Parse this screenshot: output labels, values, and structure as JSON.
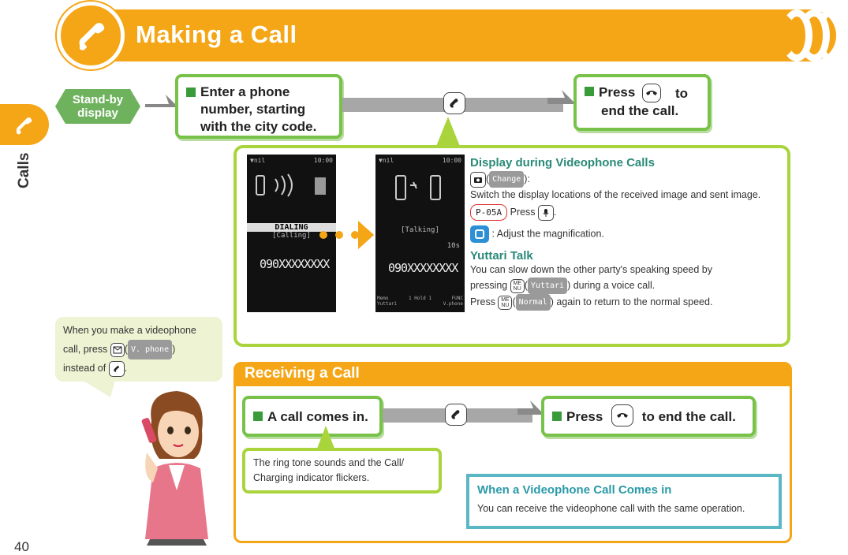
{
  "header": {
    "title": "Making a Call"
  },
  "side": {
    "label": "Calls",
    "page_number": "40"
  },
  "standby": {
    "label": "Stand-by display"
  },
  "steps": {
    "enter_number": "Enter a phone number, starting with the city code.",
    "press_end_1": "Press",
    "press_end_2": "to end the call."
  },
  "screens": {
    "left": {
      "status_left": "▼nil",
      "status_right": "10:00",
      "label1": "DIALING",
      "label2": "[Calling]",
      "number": "090XXXXXXXX"
    },
    "right": {
      "status_left": "▼nil",
      "status_right": "10:00",
      "label1": "[Talking]",
      "timer": "10s",
      "number": "090XXXXXXXX",
      "softkeys": [
        "Memo",
        "Yuttari",
        "1 Hold 1",
        "FUNC",
        "V.phone"
      ]
    }
  },
  "display_videophone": {
    "title": "Display during Videophone Calls",
    "change_label": "Change",
    "line1": "Switch the display locations of the received image and sent image.",
    "model": "P-05A",
    "press": "Press",
    "magnify": ": Adjust the magnification."
  },
  "yuttari": {
    "title": "Yuttari Talk",
    "line1": "You can slow down the other party's speaking speed by",
    "pressing": "pressing",
    "yuttari_label": "Yuttari",
    "during": ") during a voice call.",
    "press_again": "Press",
    "normal_label": "Normal",
    "again": ") again to return to the normal speed."
  },
  "speech_note": {
    "line1": "When you make a videophone",
    "line2a": "call, press",
    "vphone_label": "V. phone",
    "line3a": "instead of"
  },
  "receiving": {
    "title": "Receiving a Call",
    "comes_in": "A call comes in.",
    "press": "Press",
    "end": "to end the call.",
    "ring_note": "The ring tone sounds and the Call/ Charging indicator flickers."
  },
  "videophone_in": {
    "title": "When a Videophone Call Comes in",
    "body": "You can receive the videophone call with the same operation."
  },
  "colors": {
    "orange": "#f5a617",
    "green": "#78c24a",
    "lime": "#a9d43c",
    "teal": "#5ab8c4"
  }
}
